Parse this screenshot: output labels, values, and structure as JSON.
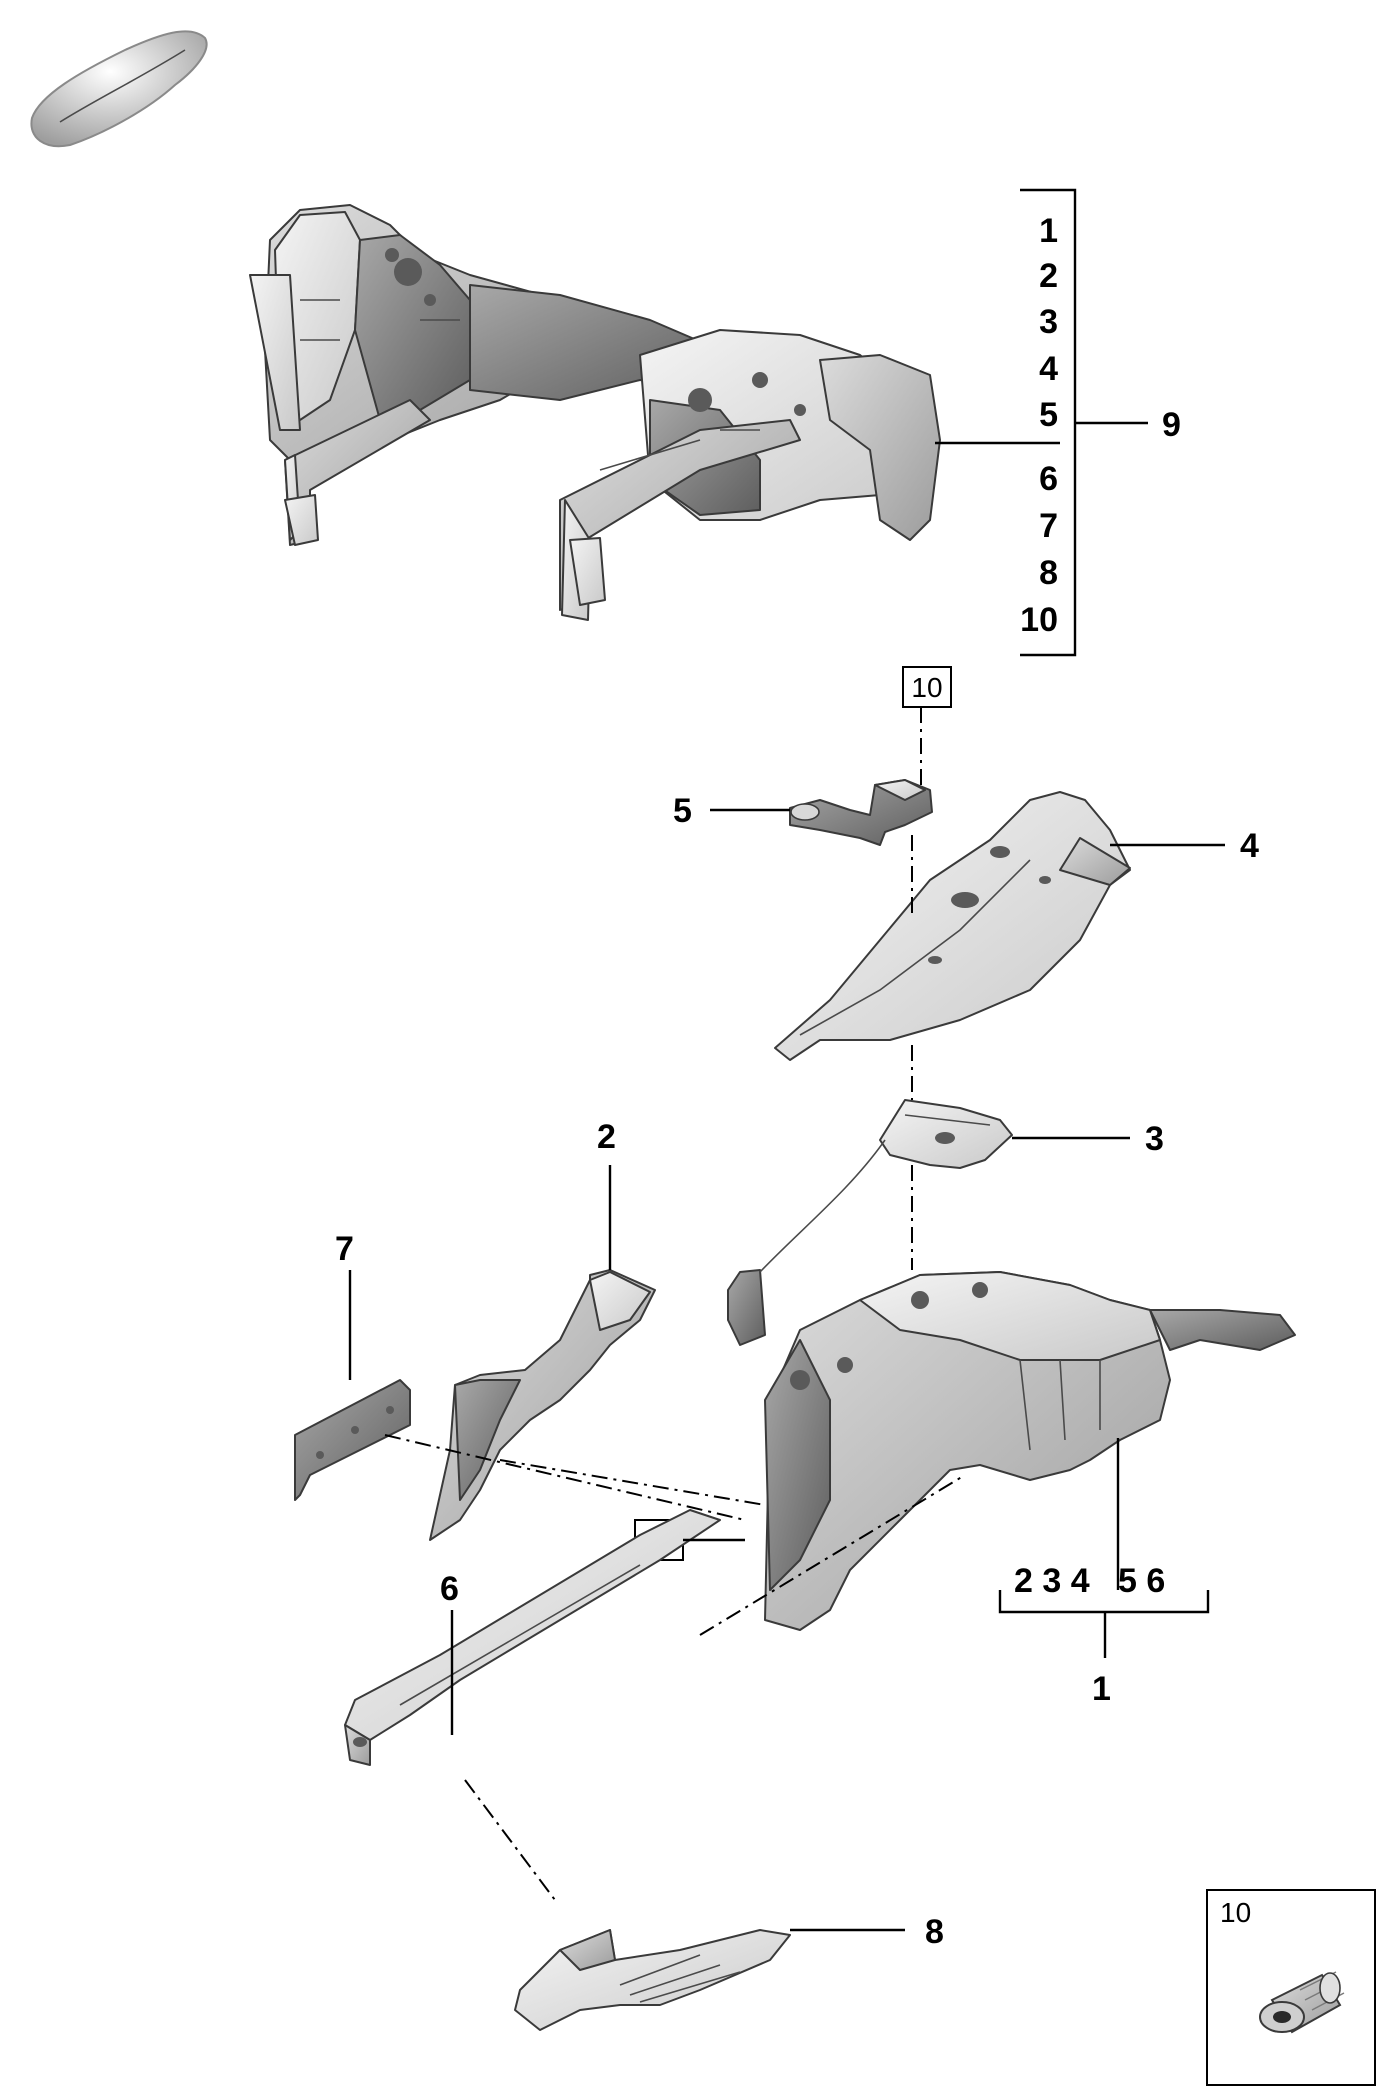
{
  "assembly_list": {
    "items": [
      "1",
      "2",
      "3",
      "4",
      "5",
      "6",
      "7",
      "8",
      "10"
    ],
    "assembly_ref": "9"
  },
  "callouts": {
    "p1": "1",
    "p2": "2",
    "p3": "3",
    "p4": "4",
    "p5": "5",
    "p6": "6",
    "p7": "7",
    "p8": "8",
    "group_1_items": "2 3 4   5 6",
    "fastener_top": "10",
    "fastener_mid": "10"
  },
  "legend": {
    "label": "10",
    "icon": "rivet-nut-icon"
  },
  "colors": {
    "part_light": "#e4e4e4",
    "part_mid": "#bdbdbd",
    "part_dark": "#7d7d7d",
    "line": "#000000"
  }
}
